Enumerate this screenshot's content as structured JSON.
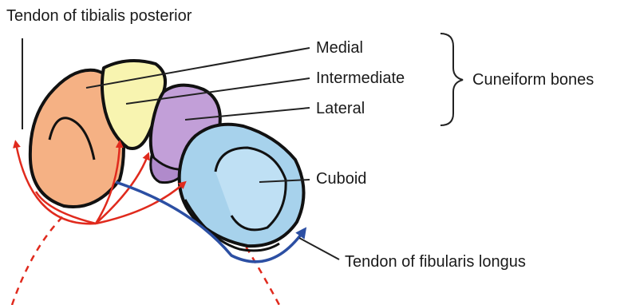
{
  "labels": {
    "tibialis_posterior": "Tendon of tibialis posterior",
    "medial": "Medial",
    "intermediate": "Intermediate",
    "lateral": "Lateral",
    "cuneiform_bones": "Cuneiform bones",
    "cuboid": "Cuboid",
    "fibularis_longus": "Tendon of fibularis longus"
  },
  "colors": {
    "navicular": "#f5b184",
    "medial_cuneiform": "#f8f4b0",
    "lateral_cuneiform": "#c29fd8",
    "cuboid": "#a7d2ec",
    "tibialis_tendon": "#e02a1d",
    "fibularis_tendon": "#2c4fa3"
  }
}
